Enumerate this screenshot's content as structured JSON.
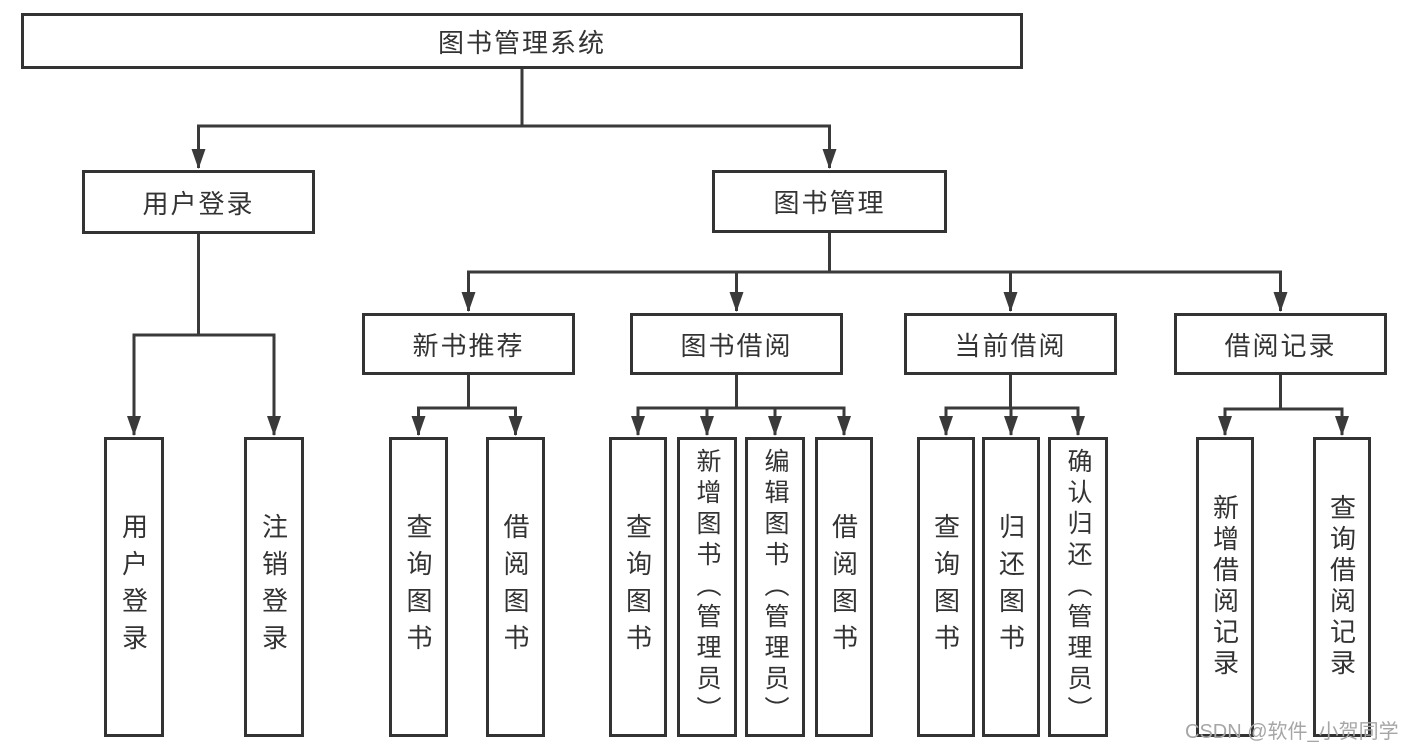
{
  "nodes": {
    "root": "图书管理系统",
    "user_login": "用户登录",
    "book_mgmt": "图书管理",
    "new_book_rec": "新书推荐",
    "book_borrow": "图书借阅",
    "current_borrow": "当前借阅",
    "borrow_record": "借阅记录",
    "leaf_user_login": "用户登录",
    "leaf_logout": "注销登录",
    "nb_query_book": "查询图书",
    "nb_borrow_book": "借阅图书",
    "bb_query_book": "查询图书",
    "bb_add_book": "新增图书（管理员）",
    "bb_edit_book": "编辑图书（管理员）",
    "bb_borrow_book": "借阅图书",
    "cb_query_book": "查询图书",
    "cb_return_book": "归还图书",
    "cb_confirm_return": "确认归还（管理员）",
    "br_add_record": "新增借阅记录",
    "br_query_record": "查询借阅记录"
  },
  "watermark": "CSDN @软件_小贺同学",
  "colors": {
    "line": "#3a3a3a",
    "text": "#333333",
    "box_border": "#333333",
    "watermark": "#a6a6a6",
    "background": "#ffffff"
  }
}
